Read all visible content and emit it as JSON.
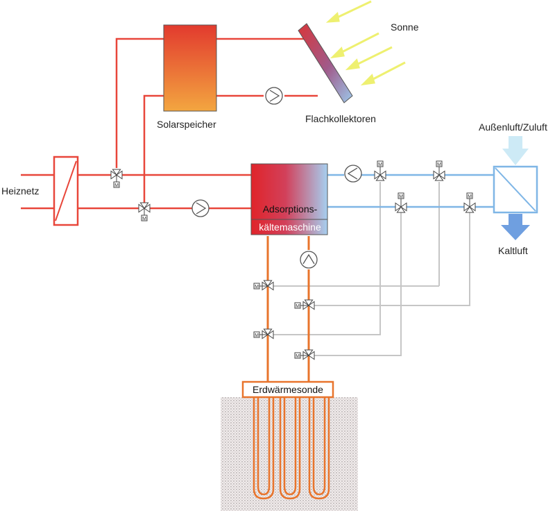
{
  "labels": {
    "sonne": "Sonne",
    "solarspeicher": "Solarspeicher",
    "flachkollektoren": "Flachkollektoren",
    "aussenluft": "Außenluft/Zuluft",
    "heiznetz": "Heiznetz",
    "adsorption_line1": "Adsorptions-",
    "adsorption_line2": "kältemaschine",
    "kaltluft": "Kaltluft",
    "erdwaermesonde": "Erdwärmesonde"
  },
  "valve_mark": "M",
  "colors": {
    "hot_red": "#e8463a",
    "cold_blue": "#7fb6e6",
    "ground_orange": "#e8742c",
    "control_gray": "#c6c6c6",
    "sun_yellow": "#eef070",
    "air_in": "#cdeaf6",
    "cold_air": "#6f9fe0"
  }
}
